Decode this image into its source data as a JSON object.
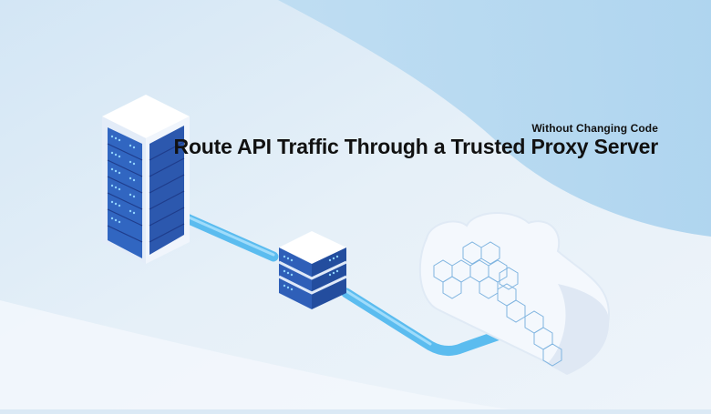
{
  "headline": {
    "subtitle": "Without Changing Code",
    "title": "Route API Traffic Through a Trusted Proxy Server"
  },
  "illustration": {
    "elements": [
      "server-rack-icon",
      "proxy-server-icon",
      "cloud-icon",
      "connection-cable"
    ],
    "colors": {
      "server_blue": "#2f5fb8",
      "server_dark": "#1f3d8c",
      "cable": "#5bbcef",
      "hex_lines": "#7fb4e0",
      "background_light": "#eef4fa",
      "background_top_right": "#b4d6ef"
    }
  }
}
